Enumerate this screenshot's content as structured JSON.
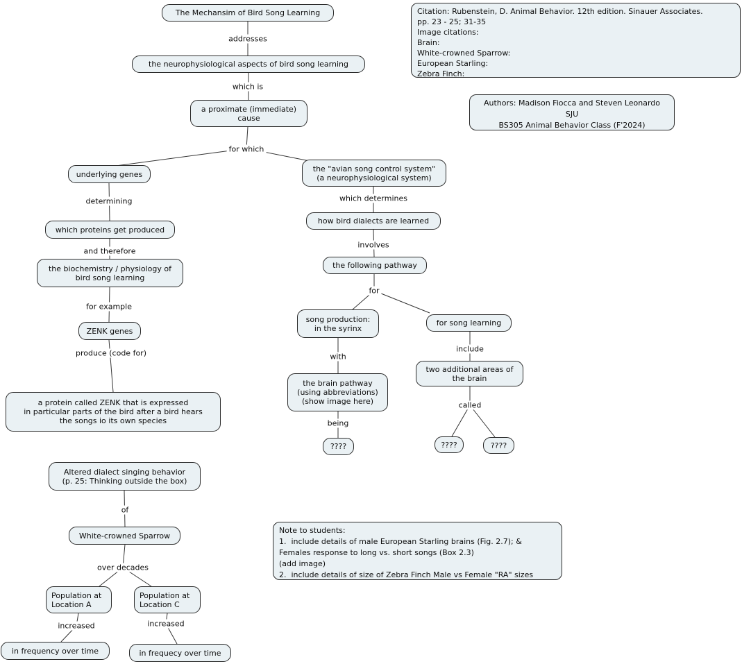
{
  "palette": {
    "background": "#ffffff",
    "node_fill": "#eaf1f4",
    "node_border": "#2a2a2a",
    "connector_line": "#333333",
    "text": "#0d0d0d"
  },
  "nodes": {
    "title": "The Mechansim of Bird Song Learning",
    "neuro": "the neurophysiological aspects of bird song learning",
    "proximate": "a proximate (immediate)\ncause",
    "genes": "underlying genes",
    "proteins": "which proteins get produced",
    "biochem": "the biochemistry / physiology of\nbird song learning",
    "zenk": "ZENK genes",
    "protein_zenk": "a protein called ZENK that is expressed\nin particular parts of the bird after a bird hears\nthe songs io its own species",
    "avian": "the \"avian song control system\"\n(a neurophysiological system)",
    "dialects": "how bird dialects are learned",
    "pathway": "the following pathway",
    "syrinx": "song production:\nin the syrinx",
    "brainpath": "the brain pathway\n(using abbreviations)\n(show image here)",
    "q1": "????",
    "songlearn": "for song learning",
    "areas": "two additional areas of\nthe brain",
    "q2": "????",
    "q3": "????",
    "altered": "Altered dialect singing behavior\n(p. 25: Thinking outside the box)",
    "wcs": "White-crowned Sparrow",
    "popA": "Population at\nLocation A",
    "popC": "Population at\nLocation C",
    "freqA": "in frequency over time",
    "freqC": "in frequecy over time"
  },
  "labels": {
    "addresses": "addresses",
    "which_is": "which is",
    "for_which": "for which",
    "determining": "determining",
    "and_therefore": "and therefore",
    "for_example": "for example",
    "produce": "produce (code for)",
    "which_determines": "which determines",
    "involves": "involves",
    "for": "for",
    "with": "with",
    "being": "being",
    "include": "include",
    "called": "called",
    "of": "of",
    "over_decades": "over decades",
    "increased_a": "increased",
    "increased_c": "increased"
  },
  "info": {
    "citation": "Citation: Rubenstein, D. Animal Behavior. 12th edition. Sinauer Associates.\npp. 23 - 25; 31-35\nImage citations:\nBrain:\nWhite-crowned Sparrow:\nEuropean Starling:\nZebra Finch:",
    "authors": "Authors: Madison Fiocca and Steven Leonardo\nSJU\nBS305 Animal Behavior Class (F'2024)",
    "note": "Note to students:\n1.  include details of male European Starling brains (Fig. 2.7); &\nFemales response to long vs. short songs (Box 2.3)\n(add image)\n2.  include details of size of Zebra Finch Male vs Female \"RA\" sizes"
  }
}
